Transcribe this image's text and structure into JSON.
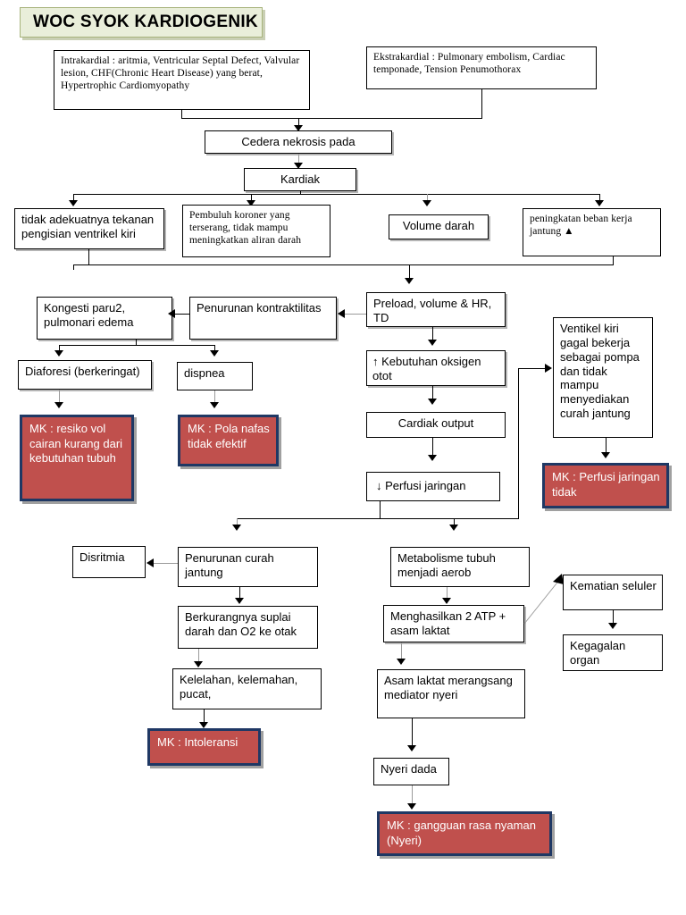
{
  "title": "WOC SYOK KARDIOGENIK",
  "nodes": {
    "intrakardial": "Intrakardial : aritmia, Ventricular Septal Defect, Valvular lesion, CHF(Chronic Heart Disease) yang berat, Hypertrophic Cardiomyopathy",
    "ekstrakardial": "Ekstrakardial : Pulmonary embolism, Cardiac temponade, Tension Penumothorax",
    "cedera": "Cedera nekrosis pada",
    "kardiak": "Kardiak",
    "tidak_adekuat": "tidak adekuatnya tekanan pengisian ventrikel kiri",
    "pembuluh_koroner": "Pembuluh koroner yang terserang, tidak mampu meningkatkan aliran darah",
    "volume_darah": "Volume darah",
    "peningkatan_beban": "peningkatan beban kerja jantung ▲",
    "kongesti": "Kongesti paru2, pulmonari edema",
    "penurunan_kontraktilitas": "Penurunan kontraktilitas",
    "preload": "Preload, volume & HR, TD",
    "ventrikel_kiri": "Ventikel kiri gagal bekerja sebagai pompa dan tidak mampu menyediakan curah jantung",
    "diaforesi": "Diaforesi (berkeringat)",
    "dispnea": "dispnea",
    "kebutuhan_oksigen": "Kebutuhan oksigen otot",
    "kebutuhan_oksigen_arrow": "↑",
    "cardiak_output": "Cardiak output",
    "perfusi_jaringan": "Perfusi jaringan",
    "perfusi_jaringan_arrow": "↓",
    "disritmia": "Disritmia",
    "penurunan_curah": "Penurunan curah jantung",
    "metabolisme": "Metabolisme tubuh menjadi aerob",
    "kematian_seluler": "Kematian seluler",
    "berkurangnya": "Berkurangnya suplai darah dan O2 ke otak",
    "menghasilkan": "Menghasilkan 2 ATP + asam laktat",
    "kegagalan_organ": "Kegagalan organ",
    "kelelahan": "Kelelahan, kelemahan, pucat, ",
    "asam_laktat": "Asam laktat merangsang mediator nyeri",
    "nyeri_dada": "Nyeri dada"
  },
  "mk_nodes": {
    "mk_resiko": "MK : resiko vol cairan kurang dari kebutuhan tubuh",
    "mk_pola_nafas": "MK : Pola nafas tidak efektif",
    "mk_perfusi": "MK : Perfusi jaringan tidak",
    "mk_intoleransi": "MK : Intoleransi",
    "mk_nyeri": "MK : gangguan rasa nyaman (Nyeri)"
  },
  "colors": {
    "title_fill": "#E9EEDA",
    "title_border": "#A8B37C",
    "mk_fill": "#C0504D",
    "mk_border": "#1F3864",
    "mk_text": "#FFFFFF",
    "line": "#000000"
  }
}
